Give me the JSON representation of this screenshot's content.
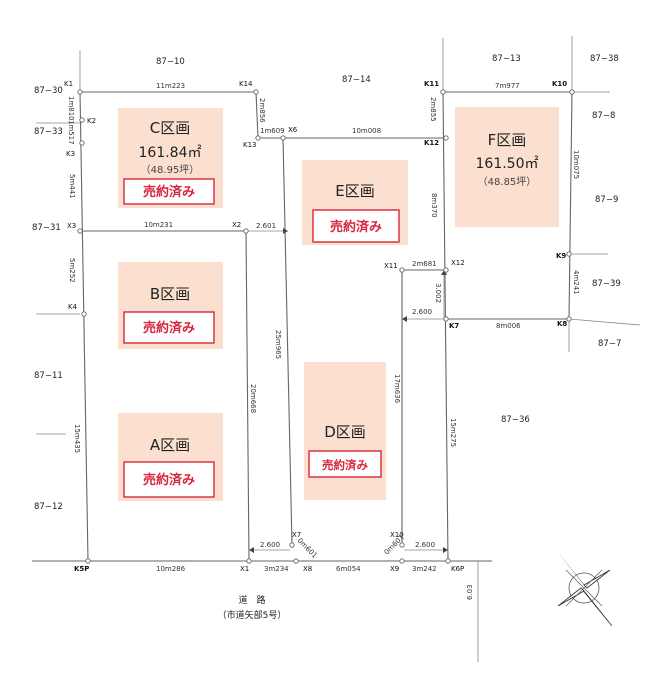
{
  "lots": [
    {
      "id": "C",
      "label": "C区画",
      "area": "161.84㎡",
      "tsubo": "（48.95坪）",
      "status": "売約済み"
    },
    {
      "id": "B",
      "label": "B区画",
      "status": "売約済み"
    },
    {
      "id": "A",
      "label": "A区画",
      "status": "売約済み"
    },
    {
      "id": "E",
      "label": "E区画",
      "status": "売約済み"
    },
    {
      "id": "D",
      "label": "D区画",
      "status": "売約済み"
    },
    {
      "id": "F",
      "label": "F区画",
      "area": "161.50㎡",
      "tsubo": "（48.85坪）"
    }
  ],
  "neighbor_lots": [
    "87−10",
    "87−14",
    "87−13",
    "87−38",
    "87−30",
    "87−33",
    "87−8",
    "87−9",
    "87−31",
    "87−39",
    "87−7",
    "87−11",
    "87−36",
    "87−12"
  ],
  "points": [
    "K1",
    "K2",
    "K3",
    "K4",
    "K5P",
    "K6P",
    "K7",
    "K8",
    "K9",
    "K10",
    "K11",
    "K12",
    "K13",
    "K14",
    "X1",
    "X2",
    "X3",
    "X6",
    "X7",
    "X8",
    "X9",
    "X10",
    "X11",
    "X12"
  ],
  "dimensions": [
    "11m223",
    "7m977",
    "1m810",
    "1m517",
    "5m441",
    "5m252",
    "15m435",
    "10m231",
    "2.601",
    "2m856",
    "2m855",
    "1m609",
    "10m008",
    "8m370",
    "10m075",
    "4m241",
    "2m681",
    "3.002",
    "2.600",
    "8m006",
    "25m965",
    "20m668",
    "17m636",
    "15m275",
    "2.600",
    "0m601",
    "0m601",
    "2.600",
    "10m286",
    "3m234",
    "6m054",
    "3m242",
    "6.03"
  ],
  "road": {
    "name": "道　路",
    "designation": "（市道矢部5号）"
  }
}
